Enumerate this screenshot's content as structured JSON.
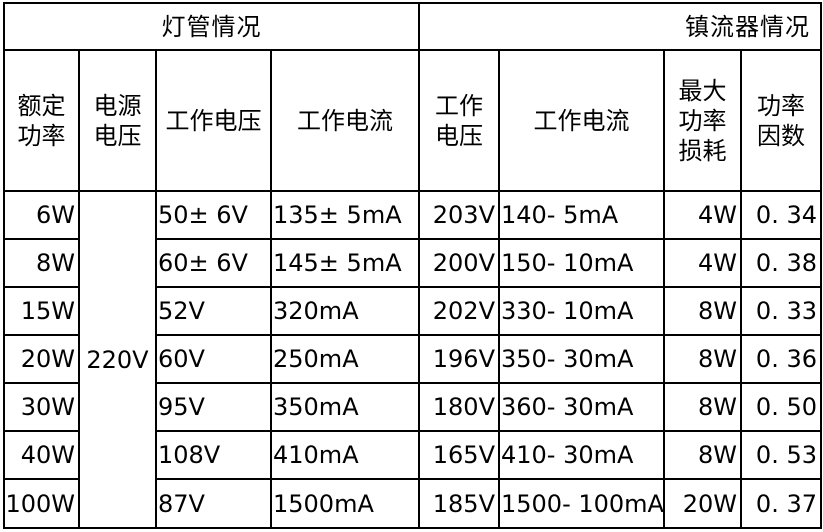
{
  "headers": {
    "group_left": "灯管情况",
    "group_right": "镇流器情况",
    "rated_power": [
      "额定",
      "功率"
    ],
    "supply_voltage": [
      "电源",
      "电压"
    ],
    "tube_voltage": "工作电压",
    "tube_current": "工作电流",
    "ballast_voltage": [
      "工作",
      "电压"
    ],
    "ballast_current": "工作电流",
    "max_loss": [
      "最大",
      "功率",
      "损耗"
    ],
    "power_factor": [
      "功率",
      "因数"
    ]
  },
  "supply_voltage_value": "220V",
  "rows": [
    {
      "power": "6W",
      "tube_voltage": "50± 6V",
      "tube_current": "135± 5mA",
      "ballast_voltage": "203V",
      "ballast_current": "140- 5mA",
      "loss": "4W",
      "pf": "0. 34"
    },
    {
      "power": "8W",
      "tube_voltage": "60± 6V",
      "tube_current": "145± 5mA",
      "ballast_voltage": "200V",
      "ballast_current": "150- 10mA",
      "loss": "4W",
      "pf": "0. 38"
    },
    {
      "power": "15W",
      "tube_voltage": "52V",
      "tube_current": "320mA",
      "ballast_voltage": "202V",
      "ballast_current": "330- 10mA",
      "loss": "8W",
      "pf": "0. 33"
    },
    {
      "power": "20W",
      "tube_voltage": "60V",
      "tube_current": "250mA",
      "ballast_voltage": "196V",
      "ballast_current": "350- 30mA",
      "loss": "8W",
      "pf": "0. 36"
    },
    {
      "power": "30W",
      "tube_voltage": "95V",
      "tube_current": "350mA",
      "ballast_voltage": "180V",
      "ballast_current": "360- 30mA",
      "loss": "8W",
      "pf": "0. 50"
    },
    {
      "power": "40W",
      "tube_voltage": "108V",
      "tube_current": "410mA",
      "ballast_voltage": "165V",
      "ballast_current": "410- 30mA",
      "loss": "8W",
      "pf": "0. 53"
    },
    {
      "power": "100W",
      "tube_voltage": "87V",
      "tube_current": "1500mA",
      "ballast_voltage": "185V",
      "ballast_current": "1500- 100mA",
      "loss": "20W",
      "pf": "0. 37"
    }
  ]
}
